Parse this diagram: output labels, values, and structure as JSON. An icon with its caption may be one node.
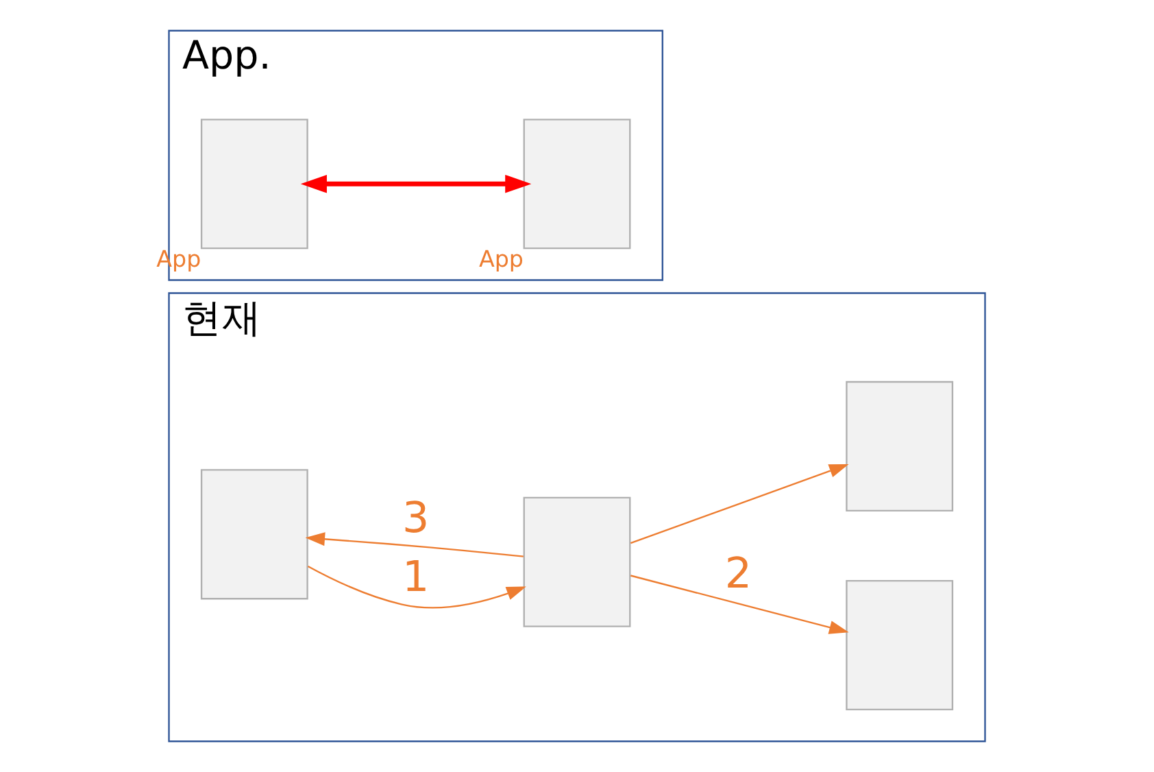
{
  "diagram": {
    "nodes": [
      {
        "text": [
          "현재"
        ]
      },
      {
        "text": [],
        "shape": "person",
        "in": 0
      },
      {
        "text": [],
        "shape": "person",
        "in": 0
      },
      {
        "text": [],
        "shape": "person",
        "in": 0
      },
      {
        "text": [],
        "shape": "person",
        "in": 0
      },
      {
        "text": [
          "App."
        ]
      },
      {
        "text": [],
        "shape": "person",
        "in": 5,
        "beside": [
          "App"
        ]
      },
      {
        "text": [],
        "shape": "person",
        "in": 5,
        "beside": [
          "App"
        ]
      }
    ],
    "edges": [
      {
        "from": 1,
        "to": 2,
        "arrow": "to",
        "label": "1"
      },
      {
        "from": 2,
        "to": 1,
        "arrow": "to",
        "label": "3"
      },
      {
        "from": 2,
        "to": 3,
        "arrow": "to",
        "label": "2"
      },
      {
        "from": 2,
        "to": 4,
        "arrow": "to"
      },
      {
        "from": 6,
        "to": 7,
        "arrow": "both",
        "style": "thick",
        "color": "#ff0000"
      }
    ]
  }
}
